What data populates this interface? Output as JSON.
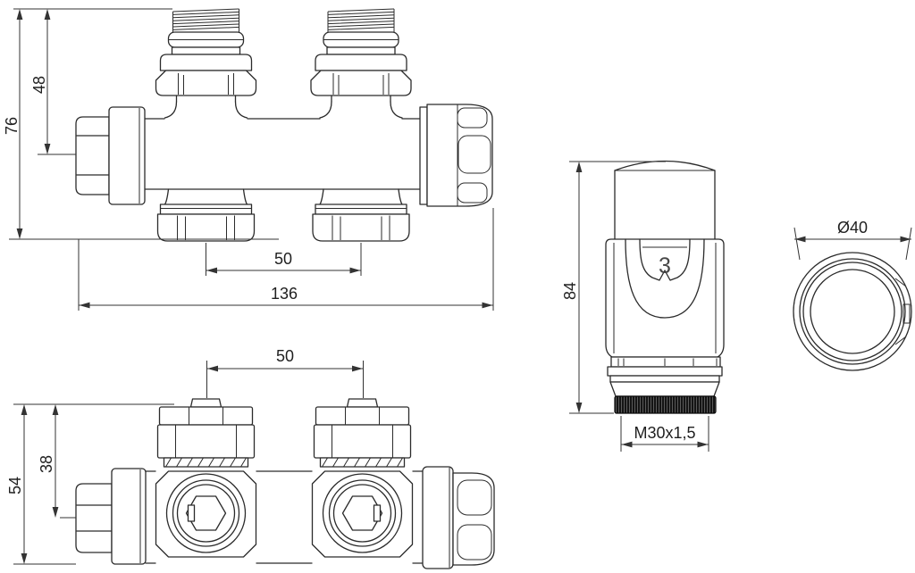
{
  "drawing": {
    "background": "#ffffff",
    "line_color": "#2b2b2b",
    "dimension_color": "#333333",
    "valve_front_view": {
      "dim_total_height": "76",
      "dim_height_to_axis": "48",
      "dim_connection_spacing": "50",
      "dim_total_width": "136"
    },
    "valve_top_view": {
      "dim_connection_spacing": "50",
      "dim_depth_to_axis": "38",
      "dim_total_depth": "54"
    },
    "thermostatic_head_side_view": {
      "dim_height": "84",
      "dim_thread": "M30x1,5",
      "dial_setting": "3"
    },
    "thermostatic_head_top_view": {
      "dim_diameter": "Ø40"
    }
  }
}
